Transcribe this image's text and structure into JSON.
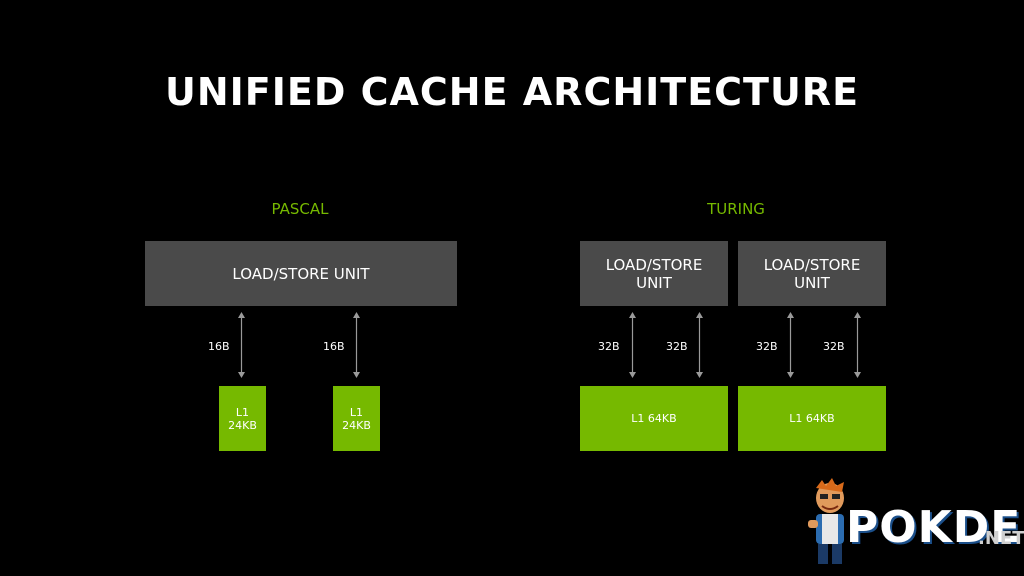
{
  "title": "UNIFIED CACHE ARCHITECTURE",
  "pascal": {
    "label": "PASCAL",
    "lsu": "LOAD/STORE UNIT",
    "bw": [
      "16B",
      "16B"
    ],
    "caches": [
      "L1\n24KB",
      "L1\n24KB"
    ]
  },
  "turing": {
    "label": "TURING",
    "lsu": [
      "LOAD/STORE\nUNIT",
      "LOAD/STORE\nUNIT"
    ],
    "bw": [
      "32B",
      "32B",
      "32B",
      "32B"
    ],
    "caches": [
      "L1 64KB",
      "L1 64KB"
    ]
  },
  "watermark": {
    "brand": "POKDE",
    "suffix": ".NET"
  },
  "colors": {
    "accent": "#76b900",
    "box": "#4a4a4a",
    "background": "#000000"
  }
}
